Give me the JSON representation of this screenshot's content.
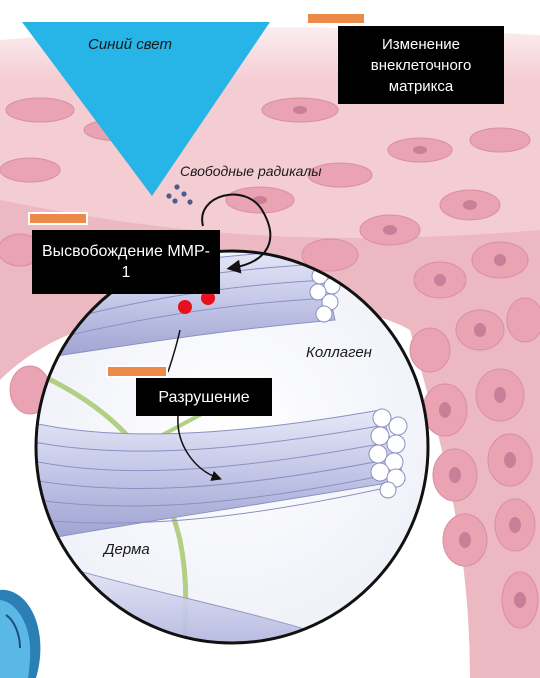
{
  "labels": {
    "blue_light": "Синий свет",
    "free_radicals": "Свободные радикалы",
    "collagen": "Коллаген",
    "dermis": "Дерма"
  },
  "boxes": {
    "ecm_change": "Изменение внеклеточного матрикса",
    "mmp1_release": "Высвобождение MMP-1",
    "destruction": "Разрушение"
  },
  "colors": {
    "blue_light": "#27b4e6",
    "tag": "#ec8a4a",
    "tissue": "#f2c7cd",
    "cell": "#e9a3b2",
    "cell_nucleus": "#c97f97",
    "collagen": "#c9cbe8",
    "fiber_green": "#b3cf83",
    "mmp_dot": "#e8101c",
    "radical_dot": "#4a5b92",
    "box_bg": "#000000"
  }
}
